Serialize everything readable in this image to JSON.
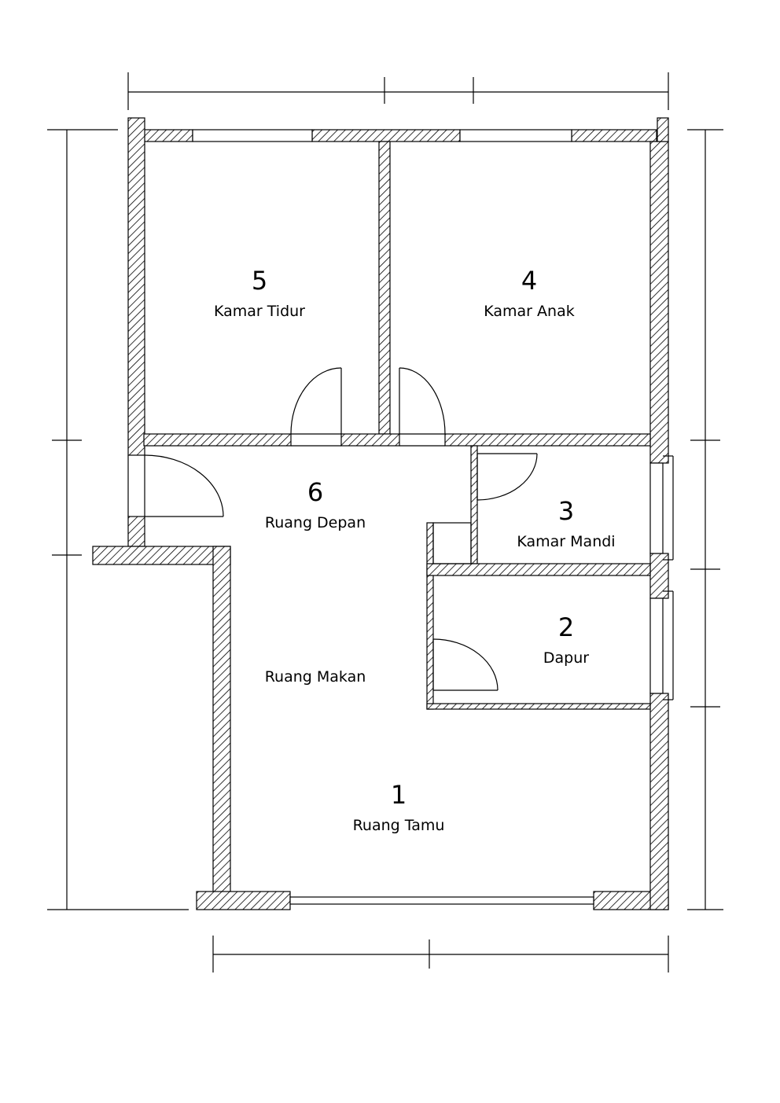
{
  "rooms": [
    {
      "id": "kamar-tidur",
      "number": "5",
      "name": "Kamar Tidur"
    },
    {
      "id": "kamar-anak",
      "number": "4",
      "name": "Kamar Anak"
    },
    {
      "id": "ruang-depan",
      "number": "6",
      "name": "Ruang Depan"
    },
    {
      "id": "kamar-mandi",
      "number": "3",
      "name": "Kamar Mandi"
    },
    {
      "id": "dapur",
      "number": "2",
      "name": "Dapur"
    },
    {
      "id": "ruang-makan",
      "number": "",
      "name": "Ruang Makan"
    },
    {
      "id": "ruang-tamu",
      "number": "1",
      "name": "Ruang Tamu"
    }
  ],
  "colors": {
    "line": "#000000",
    "background": "#ffffff"
  }
}
